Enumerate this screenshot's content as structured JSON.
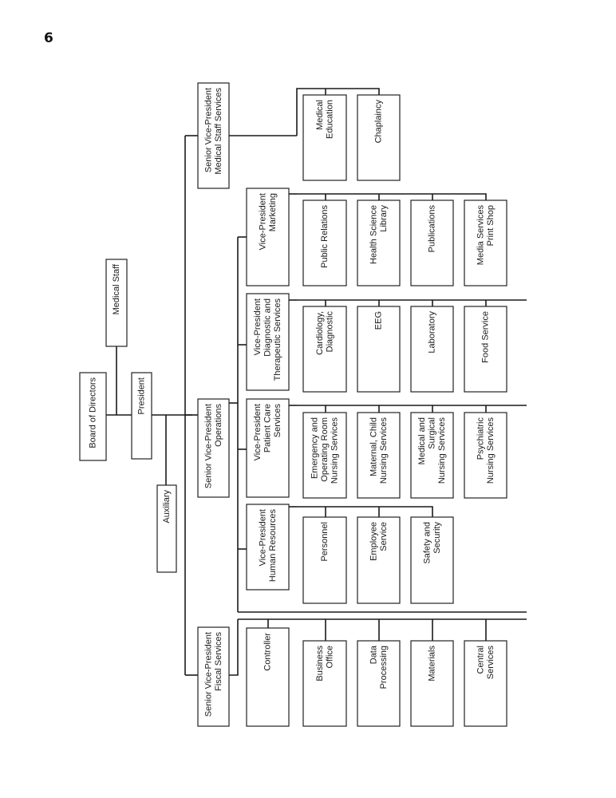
{
  "page_number": "6",
  "nodes": {
    "board": [
      "Board of Directors"
    ],
    "medstaff": [
      "Medical Staff"
    ],
    "president": [
      "President"
    ],
    "auxiliary": [
      "Auxiliary"
    ],
    "svp_ops": [
      "Senior Vice-President",
      "Operations"
    ],
    "svp_med": [
      "Senior Vice-President",
      "Medical Staff Services"
    ],
    "svp_fis": [
      "Senior Vice-President",
      "Fiscal Services"
    ],
    "vp_hr": [
      "Vice-President",
      "Human Resources"
    ],
    "vp_pc": [
      "Vice-President",
      "Patient Care",
      "Services"
    ],
    "vp_dt": [
      "Vice-President",
      "Diagnostic and",
      "Therapeutic Services"
    ],
    "vp_mk": [
      "Vice-President",
      "Marketing"
    ],
    "personnel": [
      "Personnel"
    ],
    "employee": [
      "Employee",
      "Service"
    ],
    "safety": [
      "Safety and",
      "Security"
    ],
    "er": [
      "Emergency and",
      "Operating Room",
      "Nursing Services"
    ],
    "maternal": [
      "Maternal, Child",
      "Nursing Services"
    ],
    "medsurg": [
      "Medical and",
      "Surgical",
      "Nursing Services"
    ],
    "psych": [
      "Psychiatric",
      "Nursing Services"
    ],
    "cardio": [
      "Cardiology,",
      "Diagnostic"
    ],
    "eeg": [
      "EEG"
    ],
    "lab": [
      "Laboratory"
    ],
    "food": [
      "Food Service"
    ],
    "pr": [
      "Public Relations"
    ],
    "hsl": [
      "Health Science",
      "Library"
    ],
    "pub": [
      "Publications"
    ],
    "media": [
      "Media Services",
      "Print Shop"
    ],
    "meded": [
      "Medical",
      "Education"
    ],
    "chap": [
      "Chaplaincy"
    ],
    "controller": [
      "Controller"
    ],
    "business": [
      "Business",
      "Office"
    ],
    "dataproc": [
      "Data",
      "Processing"
    ],
    "materials": [
      "Materials"
    ],
    "central": [
      "Central",
      "Services"
    ]
  }
}
